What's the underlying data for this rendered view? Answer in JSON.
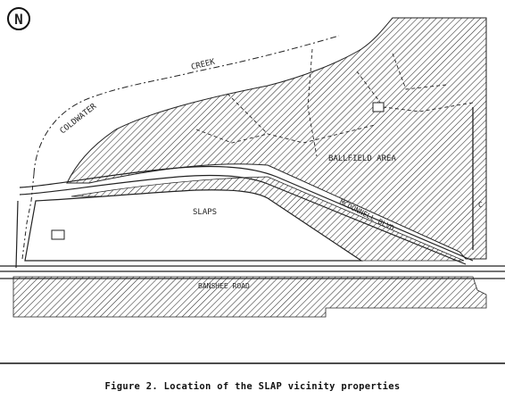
{
  "north_arrow": "N",
  "labels": {
    "creek": "CREEK",
    "coldwater": "COLDWATER",
    "ballfield": "BALLFIELD AREA",
    "slaps": "SLAPS",
    "mcdonnell": "MCDONNELL BLVD",
    "banshee": "BANSHEE ROAD",
    "fragment_c": "C"
  },
  "caption": "Figure 2.  Location of the SLAP vicinity properties"
}
